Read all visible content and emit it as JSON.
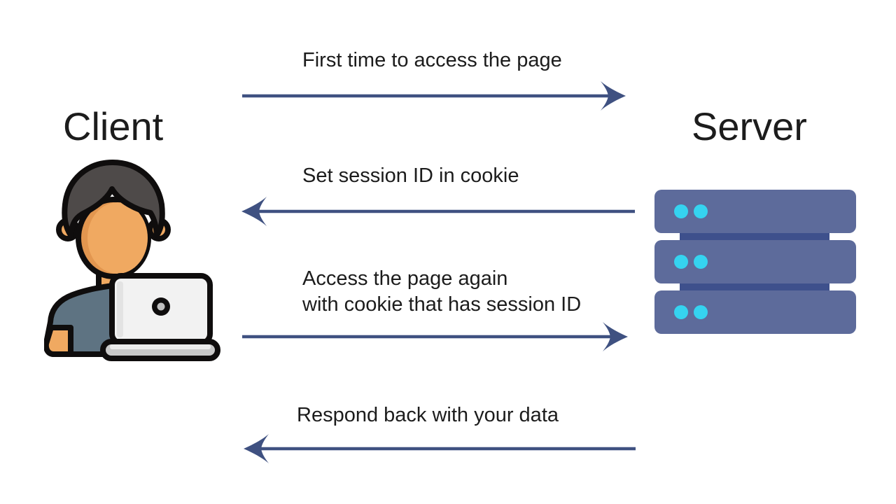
{
  "diagram": {
    "type": "sequence-diagram",
    "topic": "Session ID cookie flow between client and server",
    "actors": [
      {
        "id": "client",
        "label": "Client",
        "icon": "person-at-laptop-icon"
      },
      {
        "id": "server",
        "label": "Server",
        "icon": "server-rack-stack-icon"
      }
    ],
    "messages": [
      {
        "from": "client",
        "to": "server",
        "direction": "right",
        "arrow_icon": "arrow-right-icon",
        "lines": [
          "First time to access the page"
        ]
      },
      {
        "from": "server",
        "to": "client",
        "direction": "left",
        "arrow_icon": "arrow-left-icon",
        "lines": [
          "Set session ID in cookie"
        ]
      },
      {
        "from": "client",
        "to": "server",
        "direction": "right",
        "arrow_icon": "arrow-right-icon",
        "lines": [
          "Access the page again",
          "with cookie that has session ID"
        ]
      },
      {
        "from": "server",
        "to": "client",
        "direction": "left",
        "arrow_icon": "arrow-left-icon",
        "lines": [
          "Respond back with your data"
        ]
      }
    ],
    "colors": {
      "background": "#ffffff",
      "text": "#1c1c1c",
      "arrow": "#3f5181",
      "server-rack": "#5d6b9b",
      "server-band": "#3e508c",
      "server-led": "#35d3f0",
      "skin": "#f0a961",
      "skin-shade": "#e2964f",
      "hair": "#4e4a49",
      "shirt": "#5e7382",
      "laptop-lid": "#f2f2f2",
      "laptop-base": "#c9c9c9",
      "outline": "#0f0d0d"
    }
  }
}
